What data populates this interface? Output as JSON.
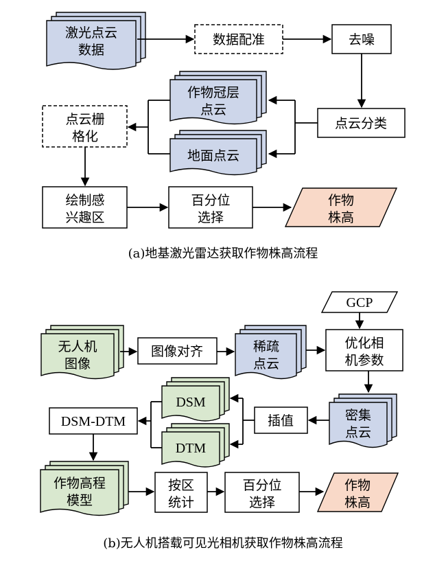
{
  "colors": {
    "blue": "#cdd6ea",
    "green": "#d9e8cf",
    "peach": "#f9d9c8"
  },
  "a": {
    "lidar_line1": "激光点云",
    "lidar_line2": "数据",
    "registration": "数据配准",
    "denoise": "去噪",
    "classify": "点云分类",
    "canopy_line1": "作物冠层",
    "canopy_line2": "点云",
    "ground": "地面点云",
    "raster_line1": "点云栅",
    "raster_line2": "格化",
    "roi_line1": "绘制感",
    "roi_line2": "兴趣区",
    "pct_line1": "百分位",
    "pct_line2": "选择",
    "height_line1": "作物",
    "height_line2": "株高",
    "caption": "(a)地基激光雷达获取作物株高流程"
  },
  "b": {
    "gcp": "GCP",
    "uav_line1": "无人机",
    "uav_line2": "图像",
    "align": "图像对齐",
    "sparse_line1": "稀疏",
    "sparse_line2": "点云",
    "optimize_line1": "优化相",
    "optimize_line2": "机参数",
    "dense_line1": "密集",
    "dense_line2": "点云",
    "interp": "插值",
    "dsm": "DSM",
    "dtm": "DTM",
    "dsm_dtm": "DSM-DTM",
    "chm_line1": "作物高程",
    "chm_line2": "模型",
    "zonal_line1": "按区",
    "zonal_line2": "统计",
    "pct_line1": "百分位",
    "pct_line2": "选择",
    "height_line1": "作物",
    "height_line2": "株高",
    "caption": "(b)无人机搭载可见光相机获取作物株高流程"
  }
}
